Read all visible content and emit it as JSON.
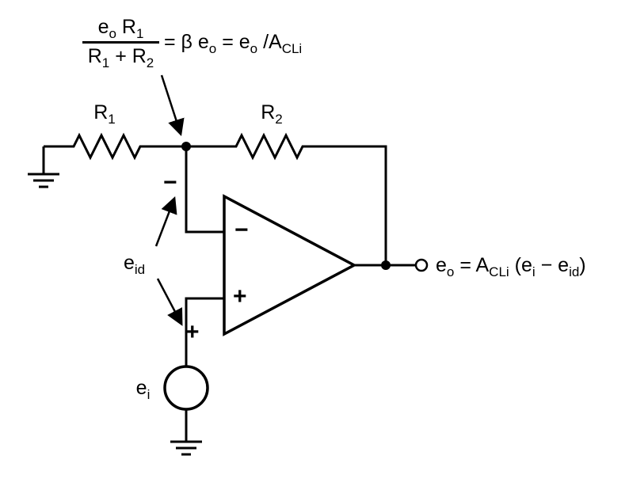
{
  "colors": {
    "ink": "#000000",
    "background": "#ffffff"
  },
  "formula_top": {
    "numerator": "e~o~ R~1~",
    "denominator": "R~1~ + R~2~",
    "rhs": "= β e~o~ = e~o~ /A~CLi~"
  },
  "components": {
    "r1_label": "R~1~",
    "r2_label": "R~2~",
    "source_label": "e~i~",
    "diff_voltage_label": "e~id~",
    "polarity_minus": "−",
    "polarity_plus": "+",
    "opamp_inverting_sign": "−",
    "opamp_noninverting_sign": "+"
  },
  "output": {
    "equation": "e~o~ = A~CLi~ (e~i~ − e~id~)"
  }
}
